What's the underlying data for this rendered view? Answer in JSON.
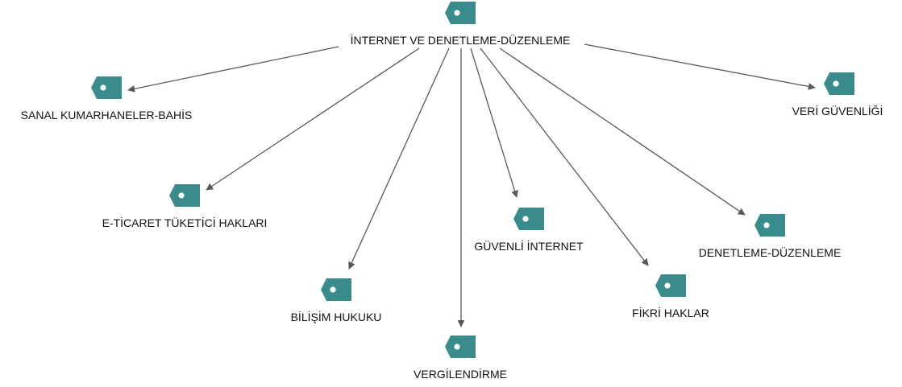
{
  "colors": {
    "tag": "#3a8c8c",
    "tag_hole": "#ffffff",
    "edge": "#595959",
    "text": "#111111"
  },
  "root": {
    "id": "root",
    "label": "İNTERNET VE DENETLEME-DÜZENLEME",
    "icon": "tag-icon"
  },
  "children": [
    {
      "id": "sanal-kumarhaneler-bahis",
      "label": "SANAL KUMARHANELER-BAHİS",
      "icon": "tag-icon"
    },
    {
      "id": "e-ticaret-tuketici-haklari",
      "label": "E-TİCARET TÜKETİCİ HAKLARI",
      "icon": "tag-icon"
    },
    {
      "id": "bilisim-hukuku",
      "label": "BİLİŞİM HUKUKU",
      "icon": "tag-icon"
    },
    {
      "id": "vergilendirme",
      "label": "VERGİLENDİRME",
      "icon": "tag-icon"
    },
    {
      "id": "guvenli-internet",
      "label": "GÜVENLİ İNTERNET",
      "icon": "tag-icon"
    },
    {
      "id": "fikri-haklar",
      "label": "FİKRİ HAKLAR",
      "icon": "tag-icon"
    },
    {
      "id": "denetleme-duzenleme",
      "label": "DENETLEME-DÜZENLEME",
      "icon": "tag-icon"
    },
    {
      "id": "veri-guvenligi",
      "label": "VERİ GÜVENLİĞİ",
      "icon": "tag-icon"
    }
  ]
}
